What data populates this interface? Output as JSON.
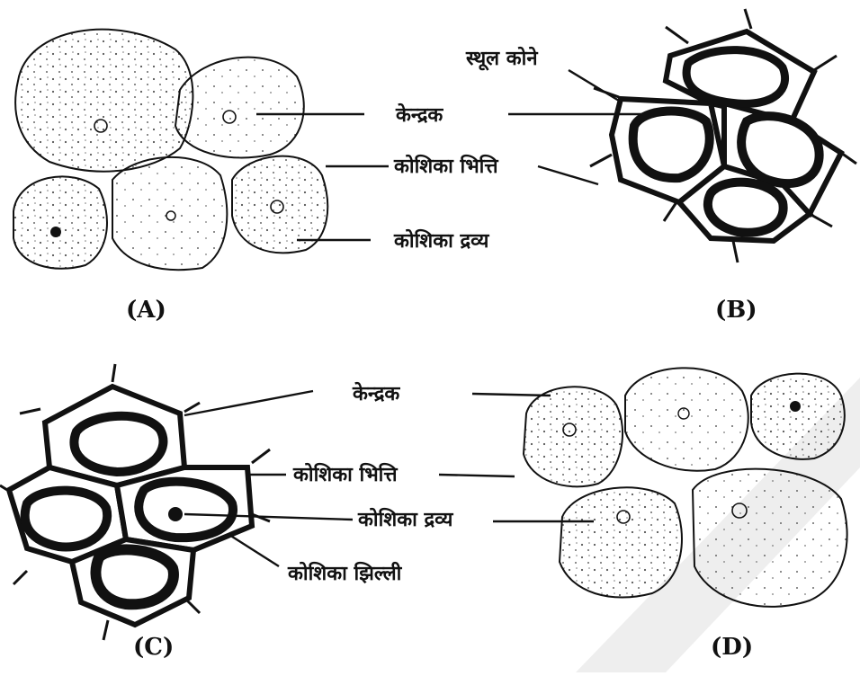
{
  "panels": {
    "a": {
      "label": "(A)",
      "nucleus": "केन्द्रक",
      "cell_wall": "कोशिका भित्ति",
      "cytoplasm": "कोशिका द्रव्य"
    },
    "b": {
      "label": "(B)",
      "thick_corners": "स्थूल कोने"
    },
    "c": {
      "label": "(C)",
      "nucleus": "केन्द्रक",
      "cell_wall": "कोशिका भित्ति",
      "cytoplasm": "कोशिका द्रव्य",
      "cell_membrane": "कोशिका झिल्ली"
    },
    "d": {
      "label": "(D)"
    }
  },
  "colors": {
    "ink": "#111111",
    "stipple": "#555555",
    "watermark": "#eeeeee"
  }
}
